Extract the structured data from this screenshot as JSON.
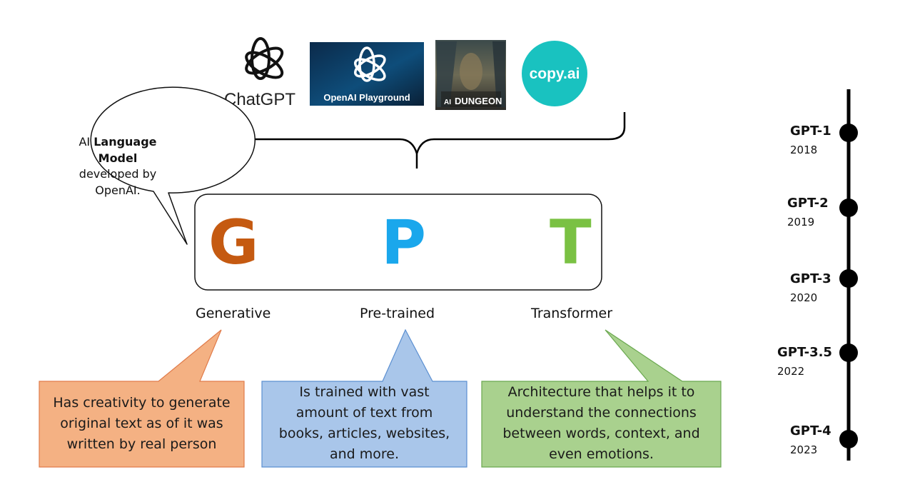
{
  "logos": {
    "chatgpt": {
      "label": "ChatGPT"
    },
    "playground": {
      "label": "OpenAI Playground"
    },
    "dungeon": {
      "label_a": "AI",
      "label_b": "DUNGEON"
    },
    "copyai": {
      "label": "copy.ai"
    }
  },
  "bubble": {
    "line1_prefix": "AI ",
    "line1_bold": "Language",
    "line2_bold": "Model",
    "line3": "developed by",
    "line4": "OpenAI."
  },
  "acronym": {
    "letters": [
      {
        "letter": "G",
        "color": "#c55a11",
        "word": "Generative"
      },
      {
        "letter": "P",
        "color": "#1aa7ec",
        "word": "Pre-trained"
      },
      {
        "letter": "T",
        "color": "#7ac143",
        "word": "Transformer"
      }
    ]
  },
  "callouts": [
    {
      "text_lines": [
        "Has creativity to generate",
        "original text as of it was",
        "written by real person"
      ],
      "fill": "#f4b183",
      "stroke": "#e07b4a"
    },
    {
      "text_lines": [
        "Is trained with vast",
        "amount of text from",
        "books, articles, websites,",
        "and more."
      ],
      "fill": "#a9c6ea",
      "stroke": "#5b8fd1"
    },
    {
      "text_lines": [
        "Architecture that helps it to",
        "understand the connections",
        "between words, context, and",
        "even emotions."
      ],
      "fill": "#a9d18e",
      "stroke": "#6aa84f"
    }
  ],
  "timeline": [
    {
      "name": "GPT-1",
      "year": "2018"
    },
    {
      "name": "GPT-2",
      "year": "2019"
    },
    {
      "name": "GPT-3",
      "year": "2020"
    },
    {
      "name": "GPT-3.5",
      "year": "2022"
    },
    {
      "name": "GPT-4",
      "year": "2023"
    }
  ]
}
